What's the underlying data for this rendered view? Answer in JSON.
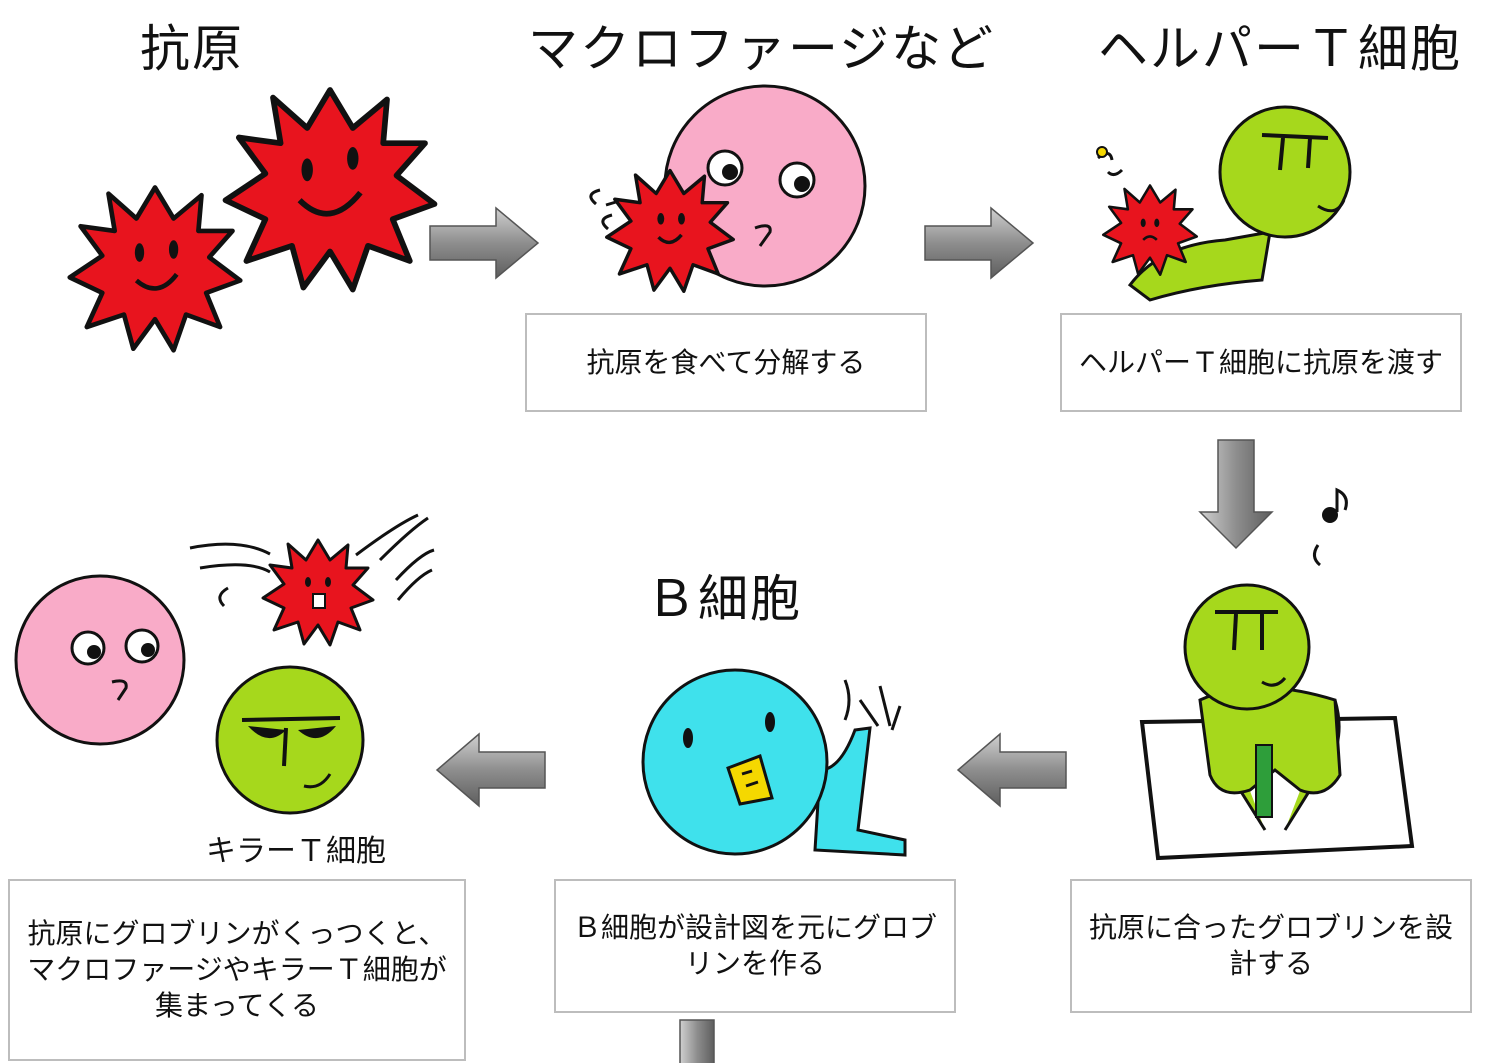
{
  "titles": {
    "antigen": "抗原",
    "macrophage": "マクロファージなど",
    "helper_t": "ヘルパーＴ細胞",
    "b_cell": "Ｂ細胞"
  },
  "labels": {
    "killer_t": "キラーＴ細胞"
  },
  "steps": {
    "eat": "抗原を食べて分解する",
    "pass": "ヘルパーＴ細胞に抗原を渡す",
    "design": "抗原に合ったグロブリンを設計する",
    "make": "Ｂ細胞が設計図を元にグロブリンを作る",
    "gather": "抗原にグロブリンがくっつくと、マクロファージやキラーＴ細胞が集まってくる"
  },
  "colors": {
    "antigen": "#e8141e",
    "macrophage": "#f9abc8",
    "helper_t": "#a6d81c",
    "b_cell": "#3fe1ec",
    "arrow": "#8a8a8a",
    "box_border": "#bdbdbd"
  }
}
